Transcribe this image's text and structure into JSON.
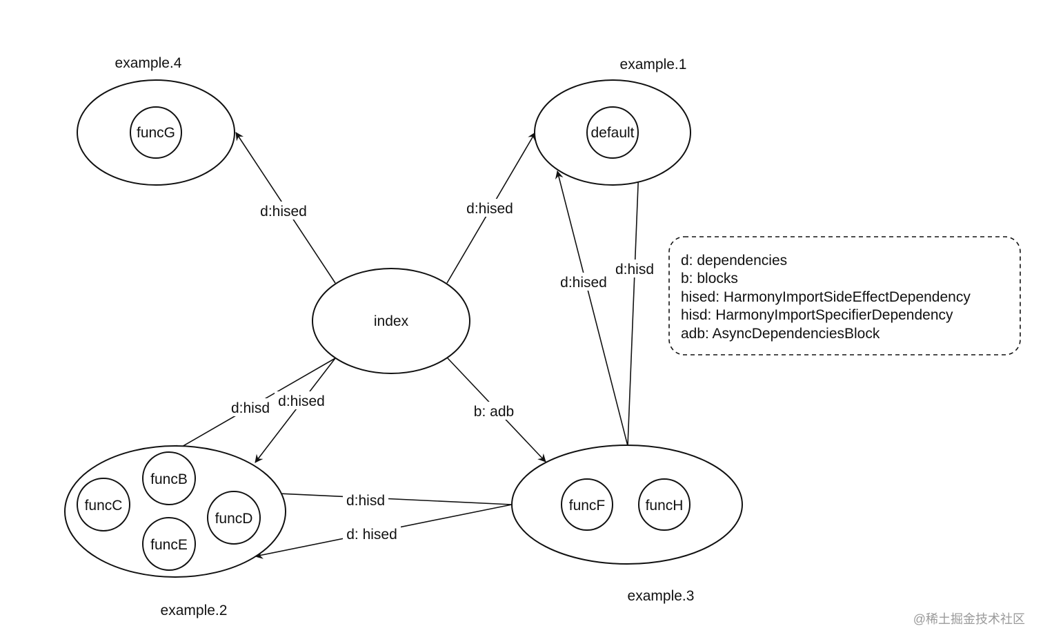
{
  "modules": {
    "example4": {
      "title": "example.4",
      "funcs": {
        "funcG": "funcG"
      }
    },
    "example1": {
      "title": "example.1",
      "funcs": {
        "default": "default"
      }
    },
    "index": {
      "title": "index"
    },
    "example2": {
      "title": "example.2",
      "funcs": {
        "funcB": "funcB",
        "funcC": "funcC",
        "funcD": "funcD",
        "funcE": "funcE"
      }
    },
    "example3": {
      "title": "example.3",
      "funcs": {
        "funcF": "funcF",
        "funcH": "funcH"
      }
    }
  },
  "edges": {
    "index_to_example4": "d:hised",
    "index_to_example1": "d:hised",
    "example3_to_example1_hised": "d:hised",
    "example3_to_default_hisd": "d:hisd",
    "index_to_funcB": "d:hisd",
    "index_to_example2": "d:hised",
    "index_to_example3": "b: adb",
    "example3_to_funcD": "d:hisd",
    "example3_to_example2": "d: hised"
  },
  "legend": [
    "d: dependencies",
    "b: blocks",
    "hised: HarmonyImportSideEffectDependency",
    "hisd: HarmonyImportSpecifierDependency",
    "adb: AsyncDependenciesBlock"
  ],
  "watermark": "@稀土掘金技术社区"
}
